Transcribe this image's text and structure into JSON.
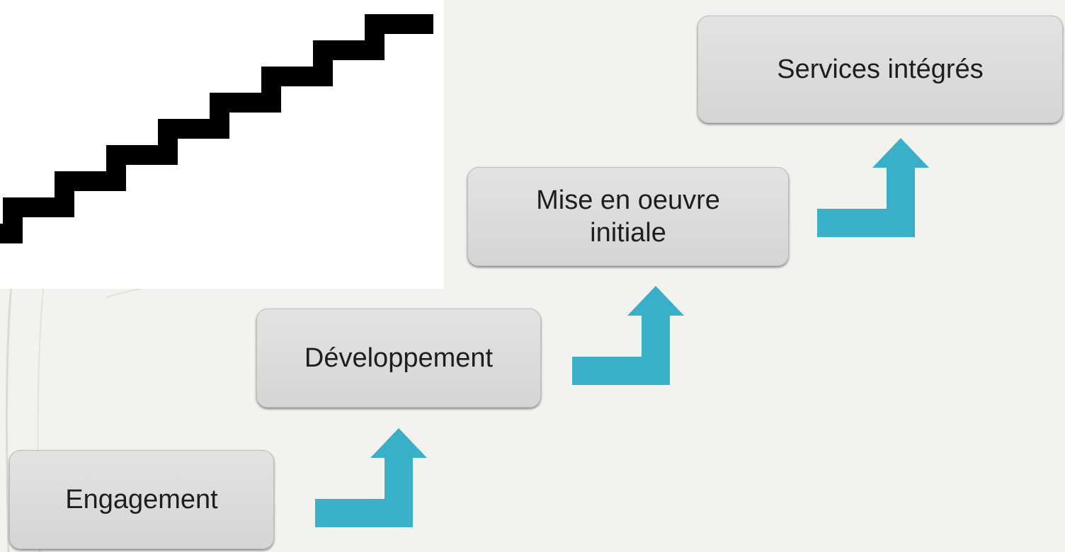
{
  "colors": {
    "background": "#f2f2ef",
    "box_fill": "#dcdcdc",
    "box_border": "#bcbcbc",
    "arrow": "#3aafc8",
    "staircase": "#000000"
  },
  "icons": {
    "staircase": "staircase-icon",
    "arrow": "bent-up-arrow-icon"
  },
  "steps": [
    {
      "label": "Engagement"
    },
    {
      "label": "Développement"
    },
    {
      "label": "Mise en oeuvre initiale"
    },
    {
      "label": "Services intégrés"
    }
  ]
}
